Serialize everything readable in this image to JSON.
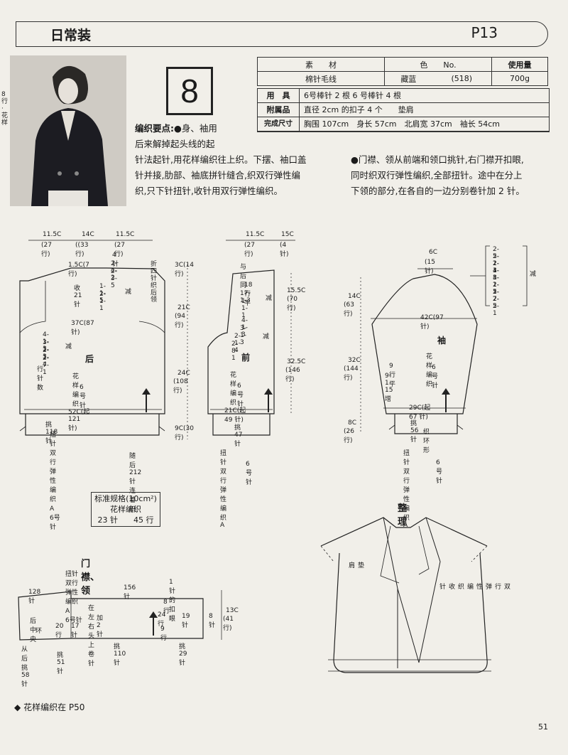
{
  "header": {
    "section": "日常装",
    "page_ref": "P13"
  },
  "spine_text": "8 行 · 花样",
  "pattern_number": "8",
  "materials_table": {
    "headers": [
      "素　　材",
      "色　　No.",
      "使用量"
    ],
    "row": {
      "material": "棉针毛线",
      "color": "藏蓝",
      "color_no": "(518)",
      "amount": "700g"
    }
  },
  "specs": [
    {
      "label": "用　具",
      "value": "6号棒针 2 根 6 号棒针 4 根"
    },
    {
      "label": "附属品",
      "value": "直径 2cm 的扣子 4 个　　垫肩"
    },
    {
      "label": "完成尺寸",
      "value": "胸围 107cm　身长 57cm　北肩宽 37cm　袖长 54cm"
    }
  ],
  "notes": {
    "heading": "编织要点:",
    "left": [
      "●身、袖用",
      "后来解掉起头线的起",
      "针法起针,用花样编织往上织。下摆、袖口盖",
      "针并接,肋部、袖底拼针缝合,织双行弹性编",
      "织,只下针扭针,收针用双行弹性编织。"
    ],
    "right": [
      "●门襟、领从前端和领口挑针,右门襟开扣眼,",
      "同时织双行弹性编织,全部扭针。途中在分上",
      "下领的部分,在各自的一边分别卷针加 2 针。"
    ]
  },
  "back": {
    "top_widths": [
      "11.5C",
      "14C",
      "11.5C"
    ],
    "top_rows": [
      "(27行)",
      "((33行)",
      "(27行)"
    ],
    "name": "后",
    "pattern": "花样编织",
    "needle": "6号针",
    "shoulder_note": "1.5C(7行)",
    "neck_dec": [
      "4针",
      "2-4-2",
      "2-3-5"
    ],
    "neck_rows": [
      "折",
      "四",
      "针",
      "织",
      "后",
      "领"
    ],
    "neck_bind": "收 21 针",
    "neck_seq": [
      "1-1-5",
      "2-1-1"
    ],
    "neck_seq_note": "减",
    "bust": "37C(87 针)",
    "arm_seq": [
      "4-1-3",
      "3-1-3",
      "2-1-4",
      "2-7-1"
    ],
    "arm_note": "减",
    "arm_bind": "行针数",
    "hem": "52C(起 121 针)",
    "pick": "挑 118 针",
    "rib": "扭针双行弹性编织 A　6号针",
    "join": "随后 212 针连着织"
  },
  "front": {
    "top_widths": [
      "11.5C",
      "15C"
    ],
    "top_rows": [
      "(27行)",
      "(4针)"
    ],
    "name": "前",
    "pattern": "花样编织",
    "needle": "6号针",
    "top_left": "3C(14行)",
    "top_note": "与后同",
    "slope": [
      "18行平",
      "17-1-3",
      "1-1-1"
    ],
    "slope_note": "减",
    "slope_right": [
      "15.5C",
      "(70行)"
    ],
    "h1": [
      "21C",
      "(94行)"
    ],
    "arm_seq": [
      "4-1-3",
      "3-1-3",
      "2-1-4",
      "2-8-1"
    ],
    "arm_note": "减",
    "h2": [
      "24C",
      "(108行)"
    ],
    "total": [
      "32.5C",
      "(146行)"
    ],
    "hem": "21C(起 49 针)",
    "pick": "挑 47 针",
    "h3": "9C(30行)",
    "rib": "扭针双行弹性 编织 A",
    "rib_needle": "6号针"
  },
  "sleeve": {
    "top": [
      "6C",
      "(15针)"
    ],
    "seq": [
      "2-5-1",
      "2-2-3",
      "2-1-8",
      "4-1-1",
      "3-1-5",
      "2-1-7",
      "2-2-2",
      "2-5-1"
    ],
    "seq_note": "减",
    "cap": [
      "14C",
      "(63行)"
    ],
    "width": "42C(97 针)",
    "name": "袖",
    "pattern": "花样编织",
    "needle": "6号针",
    "body": [
      "32C",
      "(144行)"
    ],
    "inc": [
      "9 行平",
      "9-1-15 增"
    ],
    "cuff_width": "29C(起 67 针)",
    "pick": "挑 56 针",
    "cuff_note": "织环形",
    "cuff": [
      "8C",
      "(26行)"
    ],
    "rib": "扭针双行弹性编织 A",
    "rib_needle": "6号针"
  },
  "gauge": {
    "title": "标准规格(10cm²)",
    "pattern": "花样编织",
    "values": "23 针　　45 行"
  },
  "band": {
    "title": "门襟、领",
    "rib": "扭针双行弹性编织 A　　6号针",
    "w1": "128针",
    "w2": "156 针",
    "buttonhole": "1 针的扣眼",
    "center": [
      "后中央",
      "环"
    ],
    "cast": "在左右头上卷针",
    "add": "加 2 针",
    "r20": "20 行",
    "r17": "17 针",
    "r8a": "8 行",
    "r24": "24 行",
    "r19": "19 针",
    "r8b": "8 针",
    "r9": "9 行",
    "height": [
      "13C",
      "(41 行)"
    ],
    "pick_back": "从后挑 58 针",
    "pick_51": "挑 51 针",
    "pick_110": "挑 110 针",
    "pick_29": "挑 29 针"
  },
  "finish": {
    "title": "整理",
    "pad": "垫肩",
    "band_note": "双行弹性编织收针"
  },
  "footer": "花样编织在 P50",
  "page_number": "51"
}
